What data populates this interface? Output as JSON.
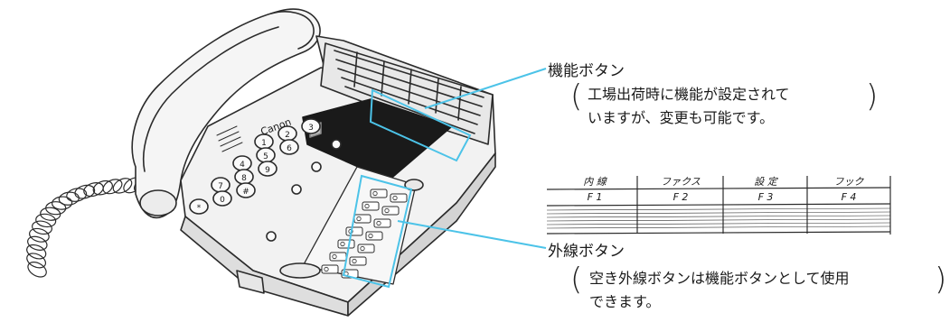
{
  "colors": {
    "callout_line": "#4cc3e8",
    "outline": "#2b2b2b",
    "body_fill": "#f2f2f2",
    "display_fill": "#1a1a1a"
  },
  "phone": {
    "brand": "Canon",
    "keys": [
      "1",
      "2",
      "3",
      "4",
      "5",
      "6",
      "7",
      "8",
      "9",
      "*",
      "0",
      "#"
    ]
  },
  "callouts": {
    "function": {
      "title": "機能ボタン",
      "note_line1": "工場出荷時に機能が設定されて",
      "note_line2": "いますが、変更も可能です。"
    },
    "line": {
      "title": "外線ボタン",
      "note_line1": "空き外線ボタンは機能ボタンとして使用",
      "note_line2": "できます。"
    }
  },
  "label_strip": {
    "keys": [
      {
        "name": "内 線",
        "fkey": "F 1"
      },
      {
        "name": "ファクス",
        "fkey": "F 2"
      },
      {
        "name": "設 定",
        "fkey": "F 3"
      },
      {
        "name": "フック",
        "fkey": "F 4"
      }
    ]
  }
}
